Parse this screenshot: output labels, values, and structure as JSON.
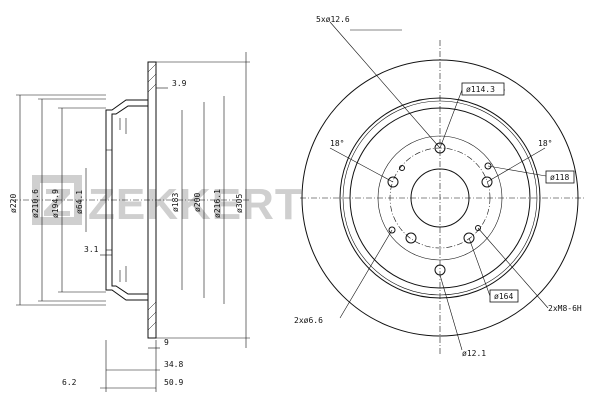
{
  "brand": {
    "watermark": "ZEKKERT"
  },
  "side_view": {
    "dims_vertical": [
      "ø220",
      "ø210.6",
      "ø194.9",
      "ø64.1",
      "ø183",
      "ø200",
      "ø216.1",
      "ø305"
    ],
    "dims_horizontal": [
      "3.9",
      "3.1",
      "9",
      "34.8",
      "6.2",
      "50.9"
    ]
  },
  "front_view": {
    "callouts": [
      "5xø12.6",
      "ø114.3",
      "18°",
      "18°",
      "ø118",
      "ø164",
      "2xø6.6",
      "2xM8-6H",
      "ø12.1"
    ]
  }
}
